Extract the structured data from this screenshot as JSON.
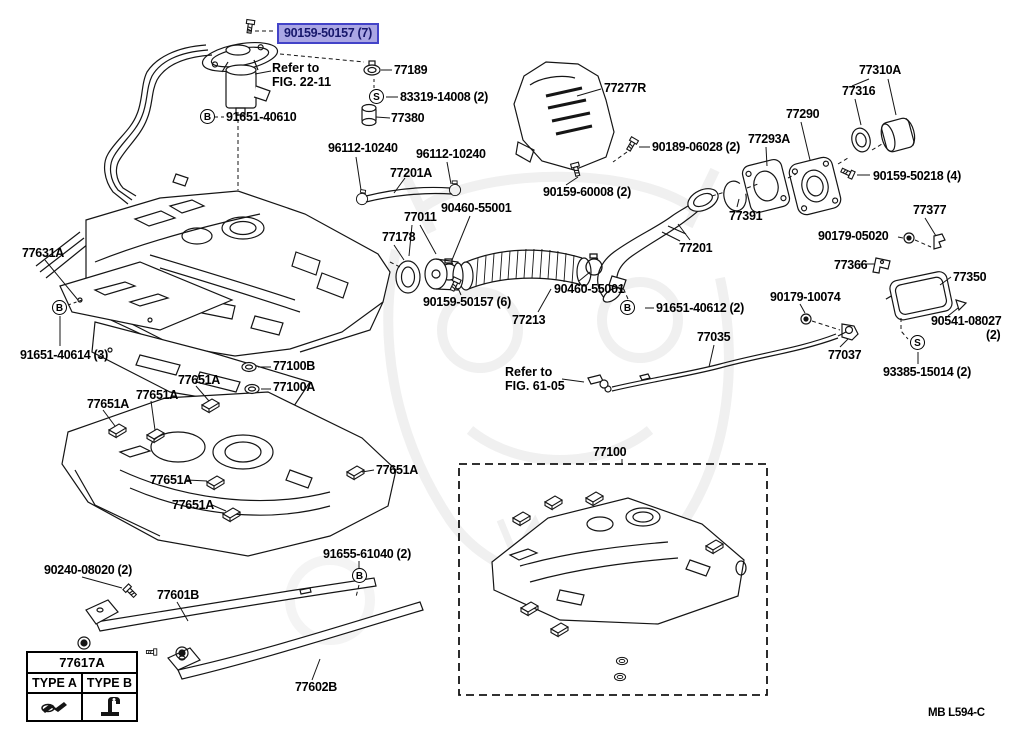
{
  "page": {
    "footer_code": "MB L594-C"
  },
  "highlighted_label": {
    "text": "90159-50157 (7)"
  },
  "refer_notes": [
    {
      "line1": "Refer to",
      "line2": "FIG. 22-11"
    },
    {
      "line1": "Refer to",
      "line2": "FIG. 61-05"
    }
  ],
  "circled_markers": [
    {
      "letter": "B"
    },
    {
      "letter": "S"
    },
    {
      "letter": "B"
    },
    {
      "letter": "B"
    },
    {
      "letter": "B"
    },
    {
      "letter": "S"
    }
  ],
  "part_labels": [
    {
      "text": "77189"
    },
    {
      "text": "83319-14008 (2)"
    },
    {
      "text": "77380"
    },
    {
      "text": "91651-40610"
    },
    {
      "text": "96112-10240"
    },
    {
      "text": "96112-10240"
    },
    {
      "text": "77201A"
    },
    {
      "text": "77277R"
    },
    {
      "text": "90189-06028 (2)"
    },
    {
      "text": "90159-60008 (2)"
    },
    {
      "text": "77290"
    },
    {
      "text": "77293A"
    },
    {
      "text": "77310A"
    },
    {
      "text": "77316"
    },
    {
      "text": "90159-50218 (4)"
    },
    {
      "text": "77391"
    },
    {
      "text": "77011"
    },
    {
      "text": "90460-55001"
    },
    {
      "text": "77178"
    },
    {
      "text": "90159-50157 (6)"
    },
    {
      "text": "77213"
    },
    {
      "text": "90460-55001"
    },
    {
      "text": "77201"
    },
    {
      "text": "91651-40612 (2)"
    },
    {
      "text": "77377"
    },
    {
      "text": "90179-05020"
    },
    {
      "text": "77366"
    },
    {
      "text": "77350"
    },
    {
      "text": "90179-10074"
    },
    {
      "text": "90541-08027"
    },
    {
      "text": "(2)"
    },
    {
      "text": "77037"
    },
    {
      "text": "93385-15014 (2)"
    },
    {
      "text": "77035"
    },
    {
      "text": "77631A"
    },
    {
      "text": "91651-40614 (3)"
    },
    {
      "text": "77100B"
    },
    {
      "text": "77100A"
    },
    {
      "text": "77651A"
    },
    {
      "text": "77651A"
    },
    {
      "text": "77651A"
    },
    {
      "text": "77651A"
    },
    {
      "text": "77651A"
    },
    {
      "text": "77651A"
    },
    {
      "text": "90240-08020 (2)"
    },
    {
      "text": "77601B"
    },
    {
      "text": "91655-61040 (2)"
    },
    {
      "text": "77602B"
    },
    {
      "text": "77100"
    },
    {
      "text": "MB L594-C"
    }
  ],
  "type_table": {
    "header": "77617A",
    "columns": [
      "TYPE A",
      "TYPE B"
    ]
  }
}
